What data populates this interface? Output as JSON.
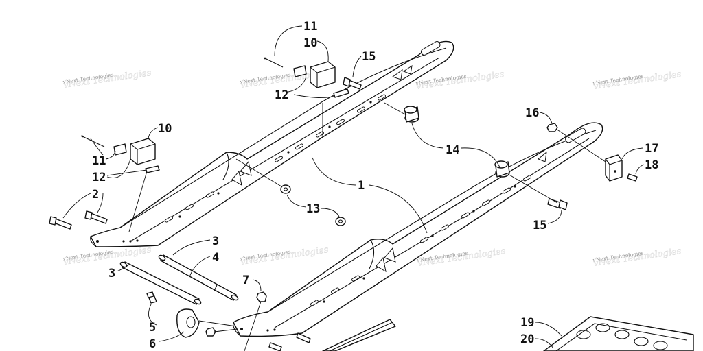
{
  "callouts": {
    "c1": "1",
    "c2": "2",
    "c3a": "3",
    "c3b": "3",
    "c4": "4",
    "c5": "5",
    "c6": "6",
    "c7": "7",
    "c10a": "10",
    "c10b": "10",
    "c11a": "11",
    "c11b": "11",
    "c12a": "12",
    "c12b": "12",
    "c13": "13",
    "c14": "14",
    "c15a": "15",
    "c15b": "15",
    "c16": "16",
    "c17": "17",
    "c18": "18",
    "c19": "19",
    "c20": "20"
  },
  "watermark": {
    "text": "vNext Technologies"
  }
}
